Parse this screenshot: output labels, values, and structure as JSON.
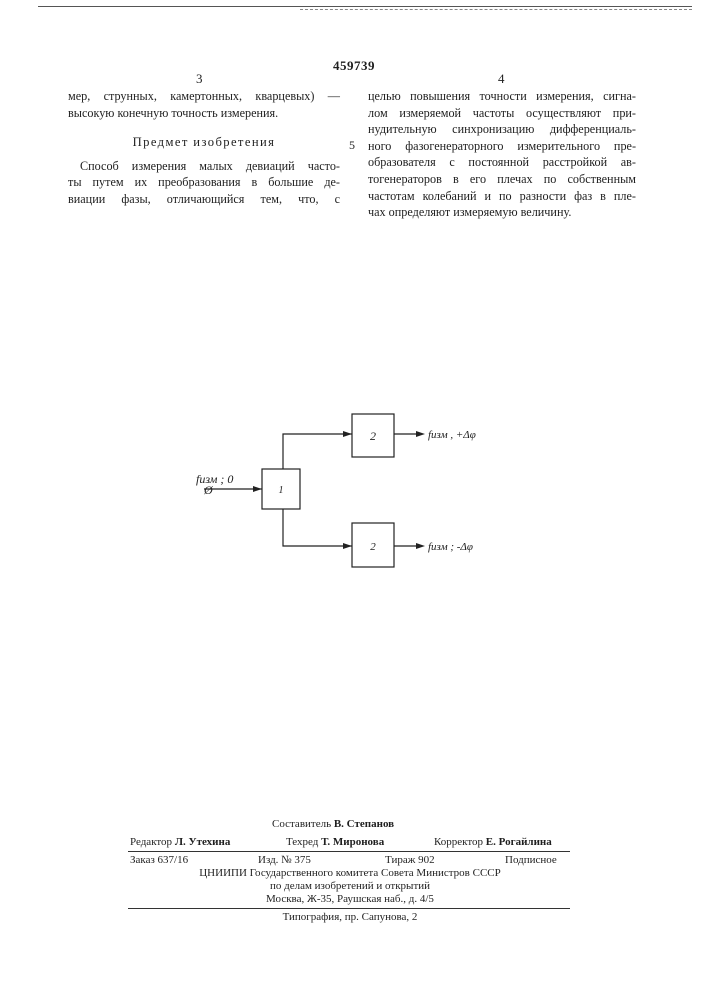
{
  "header": {
    "patent_number": "459739",
    "left_column_number": "3",
    "right_column_number": "4"
  },
  "left_column": {
    "lines_top": [
      "мер, струнных, камертонных, кварцевых) —",
      "высокую конечную точность измерения."
    ],
    "heading": "Предмет изобретения",
    "lines_claim": [
      "Способ измерения малых девиаций часто-",
      "ты путем их преобразования в большие де-",
      "виации фазы, отличающийся тем, что, с"
    ]
  },
  "right_column": {
    "line_marker": "5",
    "lines": [
      "целью повышения точности измерения, сигна-",
      "лом измеряемой частоты осуществляют при-",
      "нудительную синхронизацию дифференциаль-",
      "ного фазогенераторного измерительного пре-",
      "образователя с постоянной расстройкой ав-",
      "тогенераторов в его плечах по собственным",
      "частотам колебаний и по разности фаз в пле-",
      "чах определяют измеряемую величину."
    ]
  },
  "diagram": {
    "input_label": "fизм ; 0",
    "input_phase_label": "Ø",
    "block_1_label": "1",
    "block_2_top_label": "2",
    "block_2_bottom_label": "2",
    "output_top_label": "fизм , +Δφ",
    "output_bottom_label": "fизм ; -Δφ"
  },
  "footer": {
    "compiler_role": "Составитель",
    "compiler_name": "В. Степанов",
    "editor_role": "Редактор",
    "editor_name": "Л. Утехина",
    "techred_role": "Техред",
    "techred_name": "Т. Миронова",
    "corrector_role": "Корректор",
    "corrector_name": "Е. Рогайлина",
    "order": "Заказ 637/16",
    "edition": "Изд. № 375",
    "circulation": "Тираж 902",
    "subscription": "Подписное",
    "org_line1": "ЦНИИПИ Государственного комитета Совета Министров СССР",
    "org_line2": "по делам изобретений и открытий",
    "address": "Москва, Ж-35, Раушская наб., д. 4/5",
    "printing": "Типография, пр. Сапунова, 2"
  }
}
